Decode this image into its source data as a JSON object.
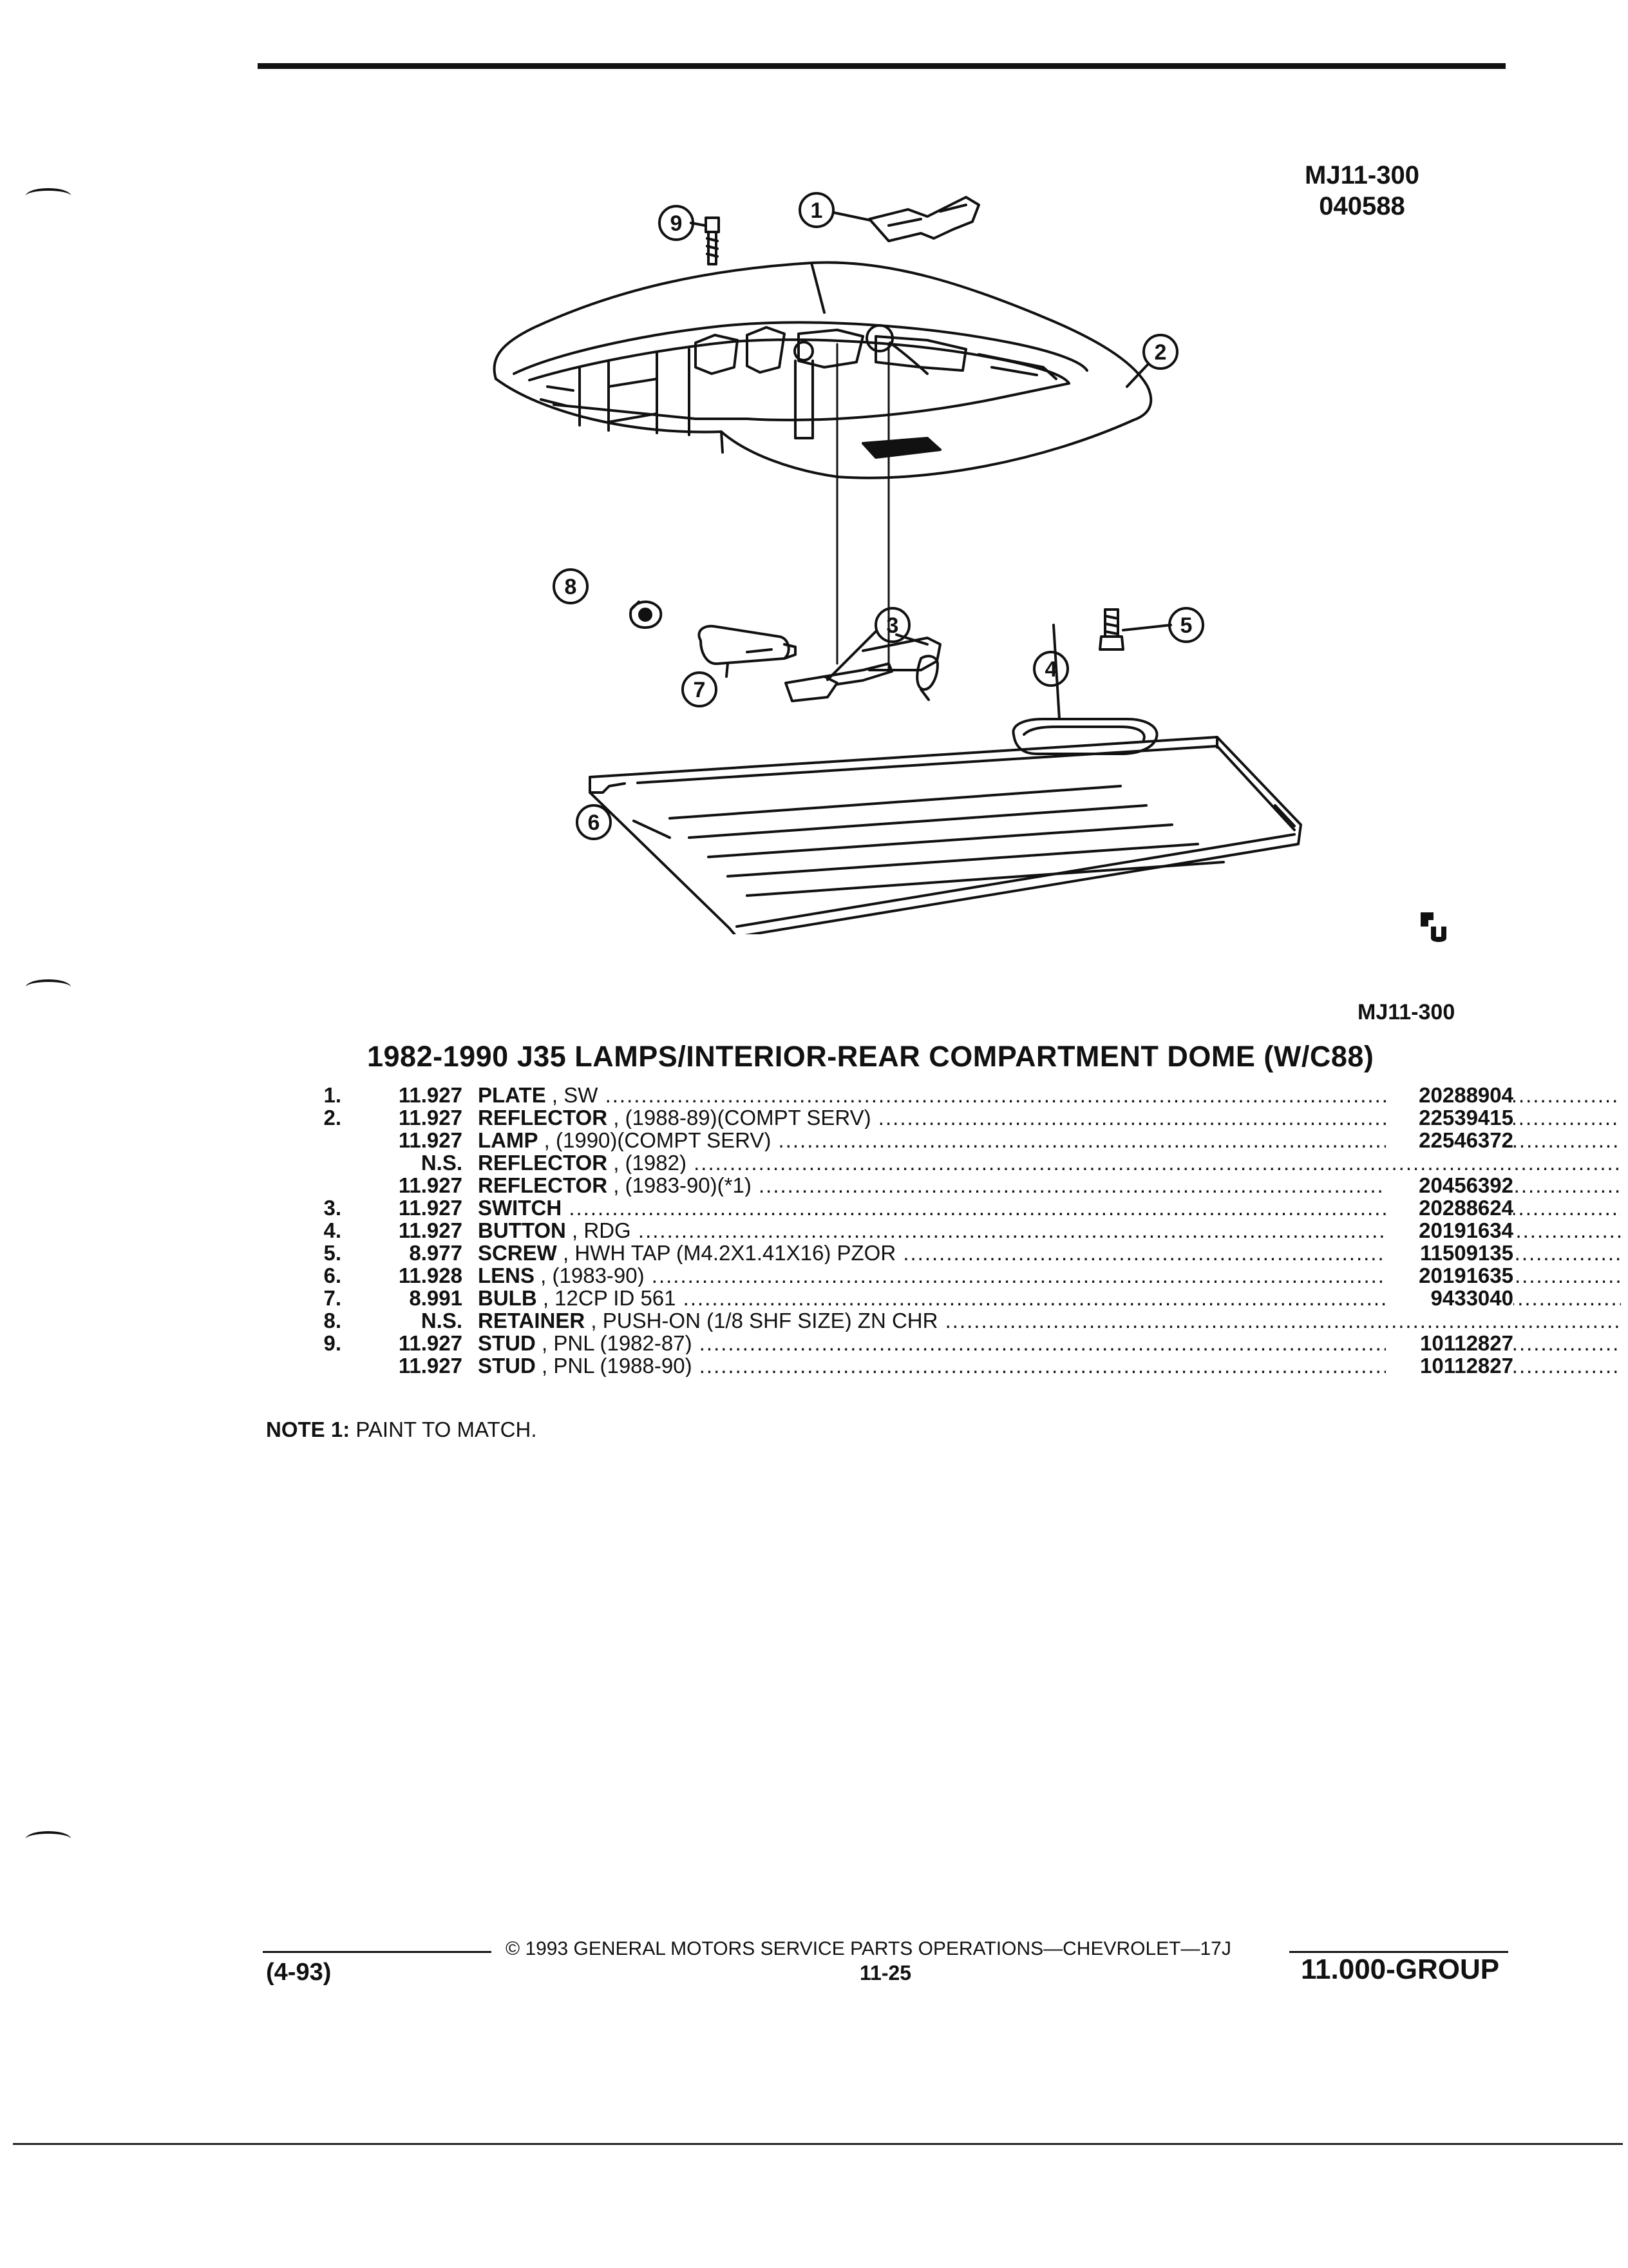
{
  "header": {
    "illustration_code": "MJ11-300",
    "illustration_date": "040588"
  },
  "diagram": {
    "callouts": [
      "1",
      "2",
      "3",
      "4",
      "5",
      "6",
      "7",
      "8",
      "9"
    ],
    "logo_icon": "vendor-mark-icon",
    "code": "MJ11-300"
  },
  "parts_list": {
    "title": "1982-1990 J35 LAMPS/INTERIOR-REAR COMPARTMENT DOME (W/C88)",
    "rows": [
      {
        "idx": "1.",
        "group": "11.927",
        "name": "PLATE",
        "desc": " , SW",
        "part_no": "20288904"
      },
      {
        "idx": "2.",
        "group": "11.927",
        "name": "REFLECTOR",
        "desc": " , (1988-89)(COMPT SERV)",
        "part_no": "22539415"
      },
      {
        "idx": "",
        "group": "11.927",
        "name": "LAMP",
        "desc": " , (1990)(COMPT SERV)",
        "part_no": "22546372"
      },
      {
        "idx": "",
        "group": "N.S.",
        "name": "REFLECTOR",
        "desc": " , (1982)",
        "part_no": ""
      },
      {
        "idx": "",
        "group": "11.927",
        "name": "REFLECTOR",
        "desc": " , (1983-90)(*1)",
        "part_no": "20456392"
      },
      {
        "idx": "3.",
        "group": "11.927",
        "name": "SWITCH",
        "desc": "",
        "part_no": "20288624"
      },
      {
        "idx": "4.",
        "group": "11.927",
        "name": "BUTTON",
        "desc": " , RDG",
        "part_no": "20191634"
      },
      {
        "idx": "5.",
        "group": "8.977",
        "name": "SCREW",
        "desc": " , HWH TAP (M4.2X1.41X16) PZOR",
        "part_no": "11509135"
      },
      {
        "idx": "6.",
        "group": "11.928",
        "name": "LENS",
        "desc": " , (1983-90)",
        "part_no": "20191635"
      },
      {
        "idx": "7.",
        "group": "8.991",
        "name": "BULB",
        "desc": " , 12CP ID 561",
        "part_no": "9433040"
      },
      {
        "idx": "8.",
        "group": "N.S.",
        "name": "RETAINER",
        "desc": " , PUSH-ON (1/8 SHF SIZE) ZN CHR",
        "part_no": ""
      },
      {
        "idx": "9.",
        "group": "11.927",
        "name": "STUD",
        "desc": " , PNL (1982-87)",
        "part_no": "10112827"
      },
      {
        "idx": "",
        "group": "11.927",
        "name": "STUD",
        "desc": " , PNL (1988-90)",
        "part_no": "10112827"
      }
    ],
    "note_label": "NOTE 1:",
    "note_text": "PAINT TO MATCH."
  },
  "footer": {
    "copyright": "© 1993 GENERAL MOTORS SERVICE PARTS OPERATIONS—CHEVROLET—17J",
    "date_code": "(4-93)",
    "page": "11-25",
    "group": "11.000-GROUP"
  }
}
